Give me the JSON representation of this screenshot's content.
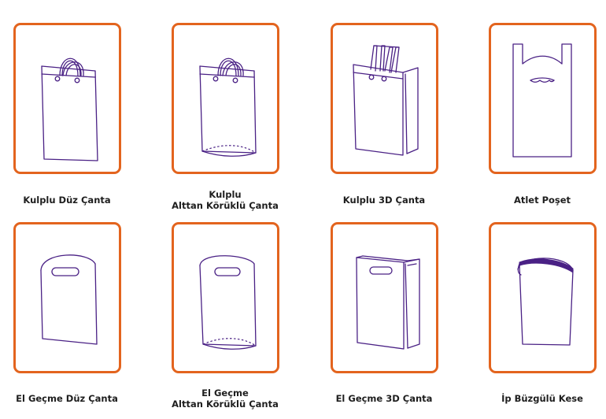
{
  "accent_color": "#e3641e",
  "line_color": "#4a2185",
  "products": [
    {
      "icon": "handled-flat-bag-icon",
      "label_lines": [
        "Kulplu Düz Çanta"
      ]
    },
    {
      "icon": "handled-bottom-gusset-bag-icon",
      "label_lines": [
        "Kulplu",
        "Alttan Körüklü Çanta"
      ]
    },
    {
      "icon": "handled-3d-bag-icon",
      "label_lines": [
        "Kulplu 3D Çanta"
      ]
    },
    {
      "icon": "t-shirt-bag-icon",
      "label_lines": [
        "Atlet Poşet"
      ]
    },
    {
      "icon": "die-cut-flat-bag-icon",
      "label_lines": [
        "El Geçme Düz Çanta"
      ]
    },
    {
      "icon": "die-cut-bottom-gusset-bag-icon",
      "label_lines": [
        "El Geçme",
        "Alttan Körüklü Çanta"
      ]
    },
    {
      "icon": "die-cut-3d-bag-icon",
      "label_lines": [
        "El Geçme 3D Çanta"
      ]
    },
    {
      "icon": "drawstring-bag-icon",
      "label_lines": [
        "İp Büzgülü Kese"
      ]
    }
  ]
}
